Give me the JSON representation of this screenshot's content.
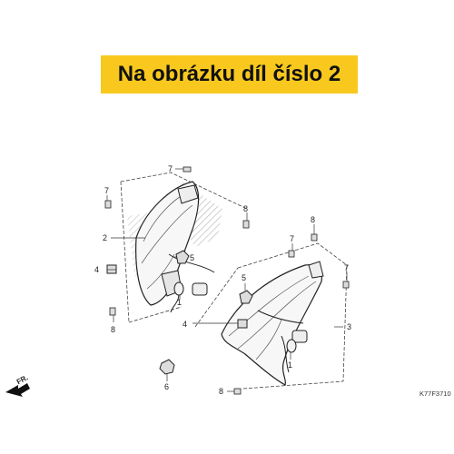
{
  "banner": {
    "text": "Na obrázku díl číslo 2",
    "color": "#f8c81e"
  },
  "callouts": {
    "c7_top": "7",
    "c7_left": "7",
    "c7_mid": "7",
    "c7_right": "7",
    "c8_upper_mid": "8",
    "c8_right": "8",
    "c8_left": "8",
    "c8_bottom": "8",
    "c2": "2",
    "c5_left": "5",
    "c5_right": "5",
    "c4_left": "4",
    "c4_right": "4",
    "c1_left": "1",
    "c1_right": "1",
    "c3": "3",
    "c6": "6"
  },
  "direction_label": "FR.",
  "diagram_code": "K77F3710"
}
